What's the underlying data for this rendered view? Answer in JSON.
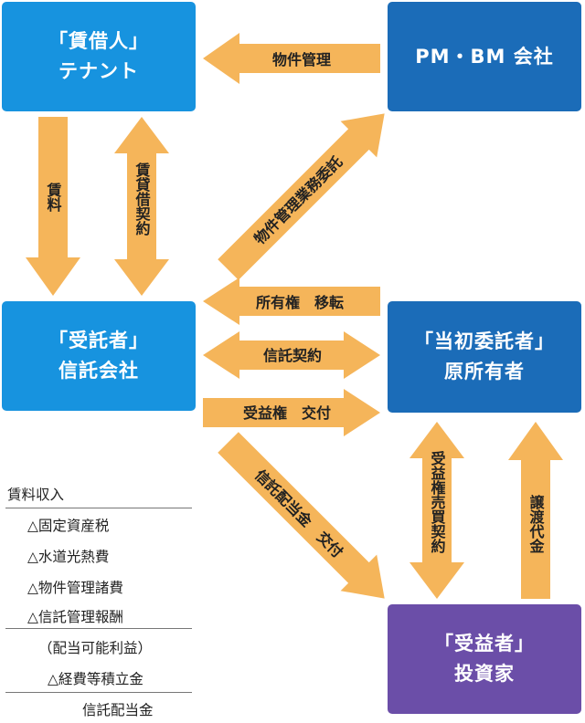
{
  "colors": {
    "box_light_blue": "#1793df",
    "box_dark_blue": "#1b6cb8",
    "box_purple": "#6b4ea8",
    "arrow_fill": "#f5b55a",
    "arrow_text": "#222222"
  },
  "boxes": {
    "tenant": {
      "line1": "「賃借人」",
      "line2": "テナント"
    },
    "pm_bm": {
      "line1": "PM・BM 会社"
    },
    "trustee": {
      "line1": "「受託者」",
      "line2": "信託会社"
    },
    "original_owner": {
      "line1": "「当初委託者」",
      "line2": "原所有者"
    },
    "beneficiary": {
      "line1": "「受益者」",
      "line2": "投資家"
    }
  },
  "arrows": {
    "property_management": "物件管理",
    "rent": "賃料",
    "lease_contract": "賃貸借契約",
    "pm_consignment": "物件管理業務委託",
    "ownership_transfer": "所有権　移転",
    "trust_contract": "信託契約",
    "beneficial_right_delivery": "受益権　交付",
    "trust_dividend_delivery": "信託配当金　交付",
    "beneficial_right_sale_contract": "受益権売買契約",
    "transfer_price": "譲渡代金"
  },
  "ledger": {
    "rows": [
      "賃料収入",
      "△固定資産税",
      "△水道光熱費",
      "△物件管理諸費",
      "△信託管理報酬",
      "（配当可能利益）",
      "△経費等積立金",
      "信託配当金"
    ]
  }
}
